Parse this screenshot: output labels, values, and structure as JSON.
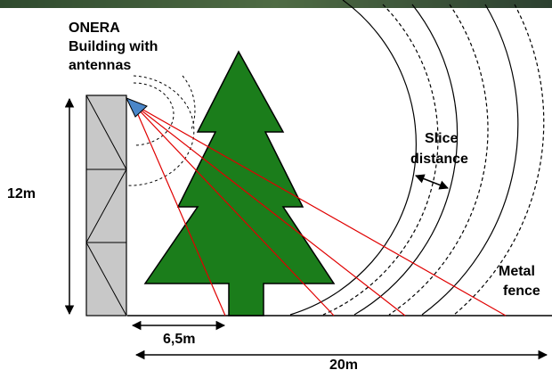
{
  "labels": {
    "building_line1": "ONERA",
    "building_line2": "Building with",
    "building_line3": "antennas",
    "height": "12m",
    "slice_line1": "Slice",
    "slice_line2": "distance",
    "fence_line1": "Metal",
    "fence_line2": "fence",
    "tree_distance": "6,5m",
    "total_distance": "20m"
  },
  "colors": {
    "tree_fill": "#1b7d1b",
    "building_fill": "#c8c8c8",
    "antenna_fill": "#4a86c8",
    "ray": "#e00000",
    "photo_strip": "#3b5a3a"
  }
}
